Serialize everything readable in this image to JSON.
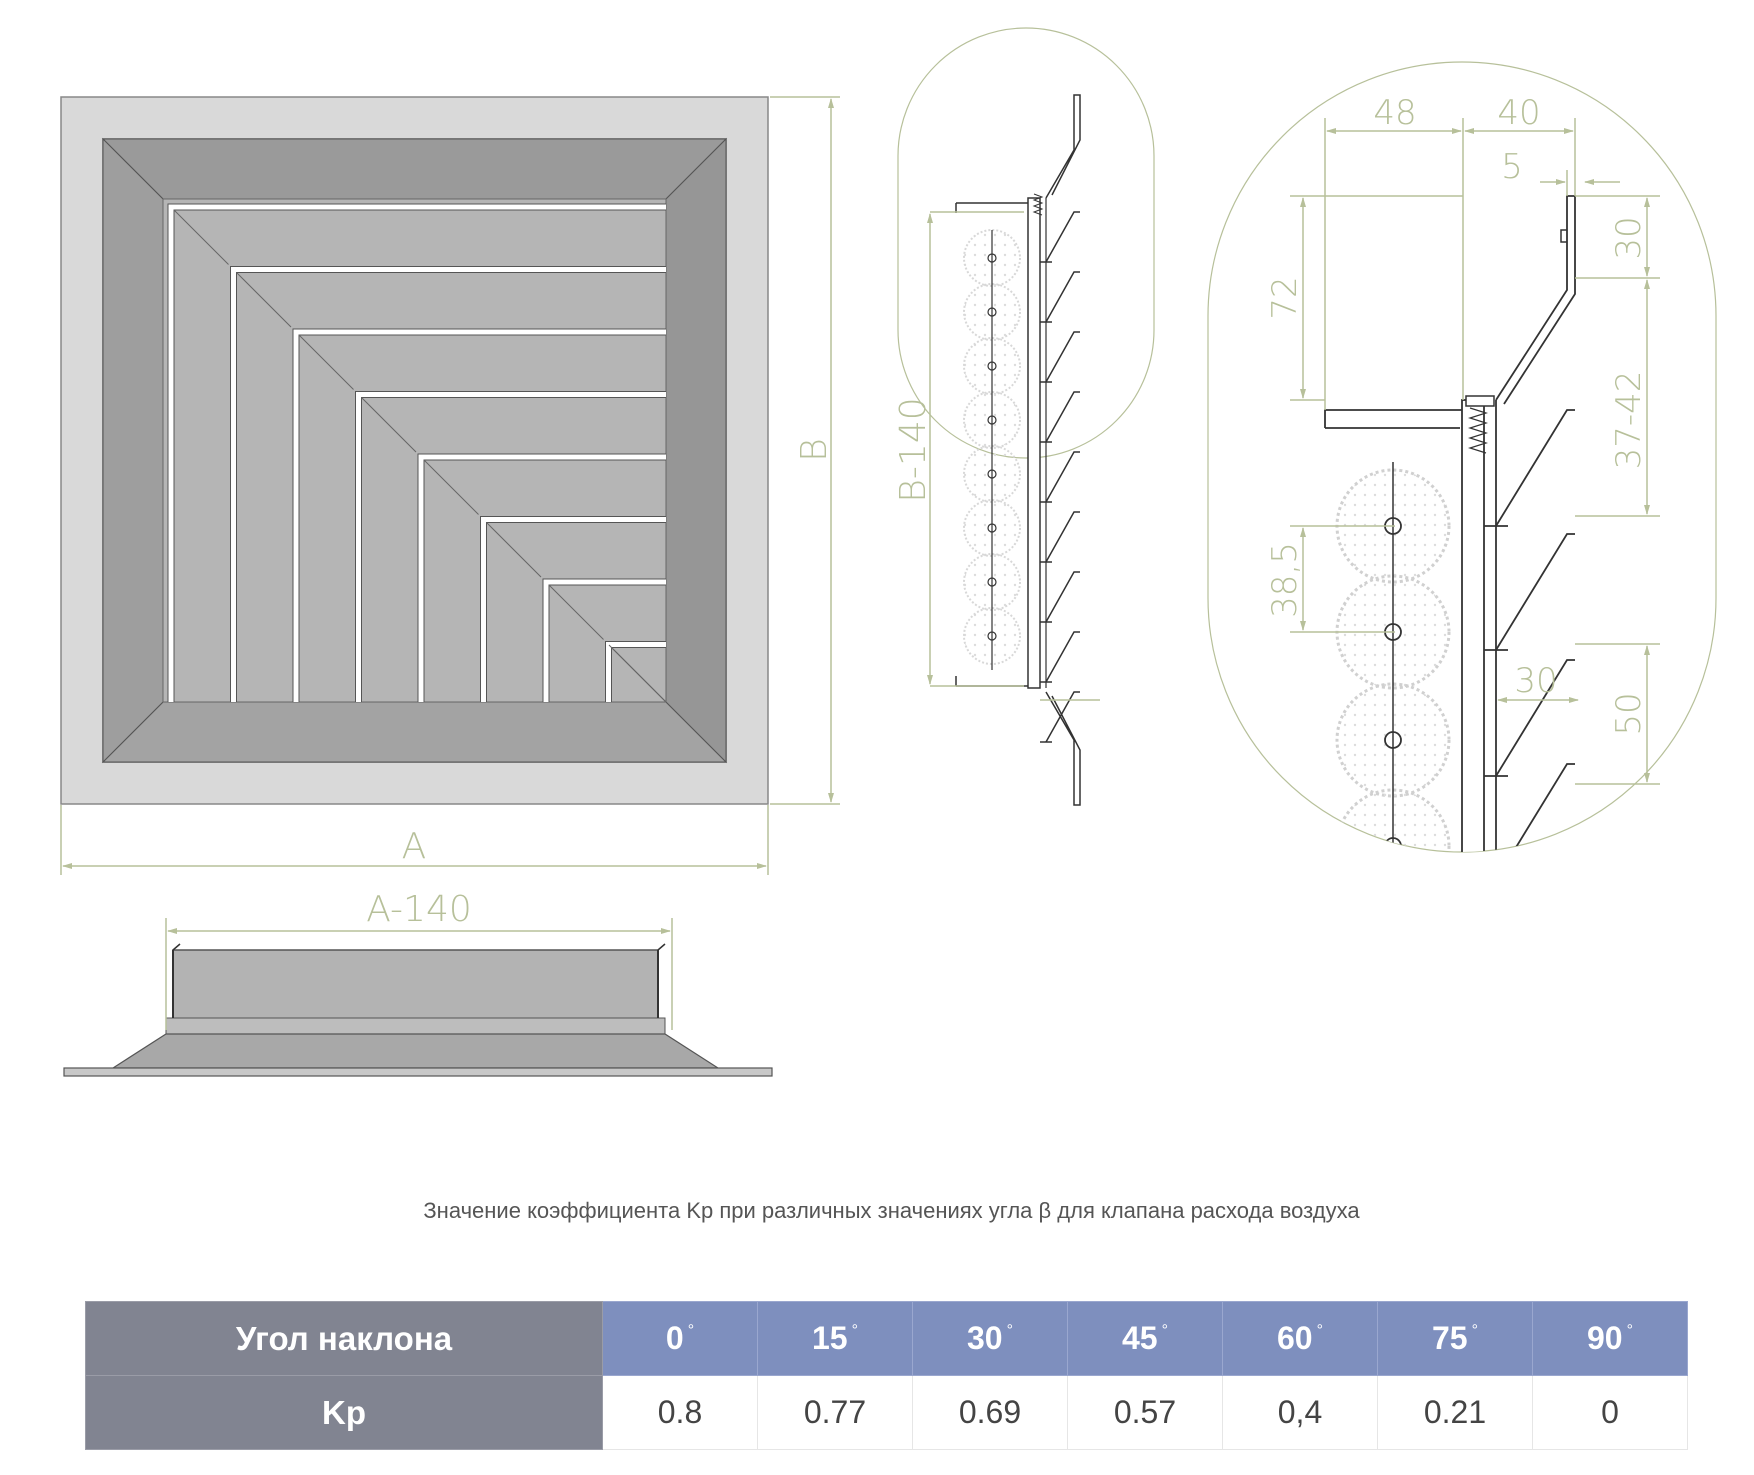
{
  "drawing": {
    "front_view": {
      "width_label": "A",
      "height_label": "B"
    },
    "bottom_view": {
      "width_label": "A-140"
    },
    "side_view": {
      "height_label": "B-140"
    },
    "detail_view": {
      "dims": [
        "48",
        "40",
        "5",
        "30",
        "72",
        "37-42",
        "38,5",
        "30",
        "50"
      ]
    },
    "line_color": "#b7c09a"
  },
  "caption": "Значение коэффициента Kp при различных значениях угла β для клапана расхода воздуха",
  "table": {
    "row1_label": "Угол наклона",
    "row2_label": "Kp",
    "angles": [
      "0",
      "15",
      "30",
      "45",
      "60",
      "75",
      "90"
    ],
    "degree": "°",
    "values": [
      "0.8",
      "0.77",
      "0.69",
      "0.57",
      "0,4",
      "0.21",
      "0"
    ],
    "header_color": "#7e8fbe",
    "label_color": "#818491"
  }
}
